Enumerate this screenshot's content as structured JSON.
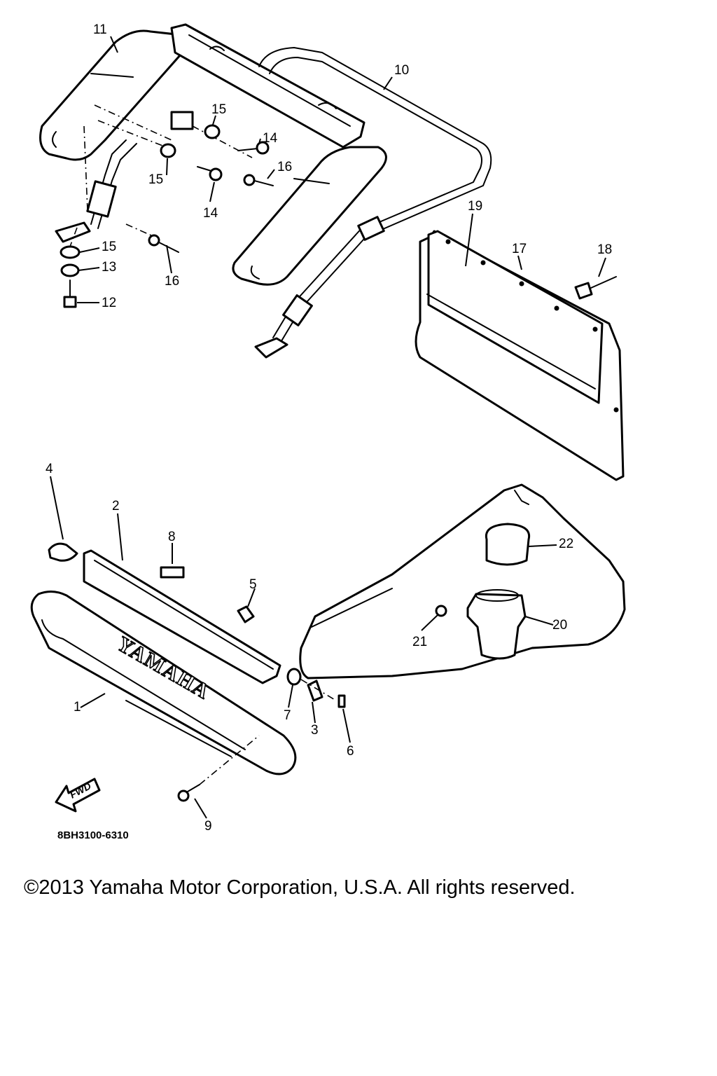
{
  "diagram": {
    "callouts": {
      "p1": "1",
      "p2": "2",
      "p3": "3",
      "p4": "4",
      "p5": "5",
      "p6": "6",
      "p7": "7",
      "p8": "8",
      "p9": "9",
      "p10": "10",
      "p11": "11",
      "p12": "12",
      "p13": "13",
      "p14a": "14",
      "p14b": "14",
      "p15a": "15",
      "p15b": "15",
      "p15c": "15",
      "p16a": "16",
      "p16b": "16",
      "p17": "17",
      "p18": "18",
      "p19": "19",
      "p20": "20",
      "p21": "21",
      "p22": "22"
    },
    "logo_text": "YAMAHA",
    "fwd_label": "FWD",
    "drawing_code": "8BH3100-6310"
  },
  "footer": {
    "copyright": "©2013 Yamaha Motor Corporation, U.S.A. All rights reserved."
  }
}
